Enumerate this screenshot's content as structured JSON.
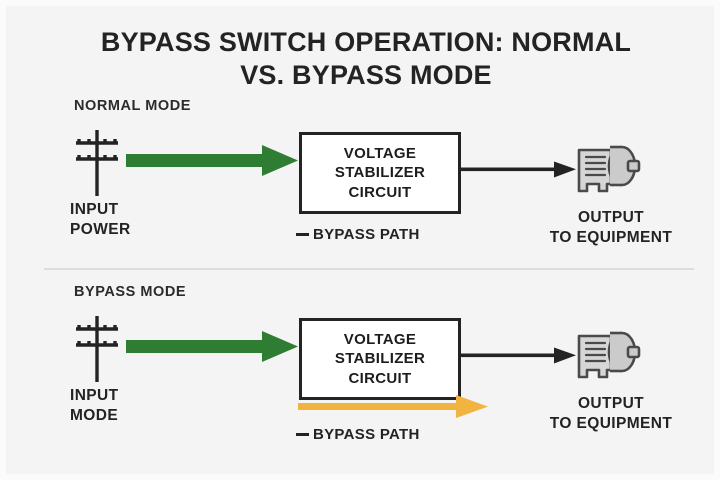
{
  "theme": {
    "background": "#f4f4f4",
    "ink": "#232323",
    "green": "#2e7d32",
    "orange": "#f2b441",
    "motor_fill": "#d0d0d0",
    "motor_stroke": "#4a4a4a",
    "divider": "#dcdcdc",
    "box_fill": "#ffffff"
  },
  "title": {
    "line1": "BYPASS SWITCH OPERATION: NORMAL",
    "line2": "VS. BYPASS MODE"
  },
  "sections": [
    {
      "id": "normal",
      "mode_label": "NORMAL MODE",
      "source_icon": "utility-pole-icon",
      "input_caption_line1": "INPUT",
      "input_caption_line2": "POWER",
      "feed_arrow": {
        "icon": "green-arrow-icon",
        "color": "#2e7d32",
        "state": "active"
      },
      "box": {
        "line1": "VOLTAGE",
        "line2": "STABILIZER",
        "line3": "CIRCUIT"
      },
      "output_connector": {
        "icon": "black-arrow-icon",
        "color": "#232323"
      },
      "output_icon": "electric-motor-icon",
      "output_caption_line1": "OUTPUT",
      "output_caption_line2": "TO EQUIPMENT",
      "bypass_path_label": "BYPASS PATH",
      "bypass_arrow_visible": false
    },
    {
      "id": "bypass",
      "mode_label": "BYPASS MODE",
      "source_icon": "utility-pole-icon",
      "input_caption_line1": "INPUT",
      "input_caption_line2": "MODE",
      "feed_arrow": {
        "icon": "green-arrow-icon",
        "color": "#2e7d32",
        "state": "active"
      },
      "box": {
        "line1": "VOLTAGE",
        "line2": "STABILIZER",
        "line3": "CIRCUIT"
      },
      "output_connector": {
        "icon": "black-arrow-icon",
        "color": "#232323"
      },
      "output_icon": "electric-motor-icon",
      "output_caption_line1": "OUTPUT",
      "output_caption_line2": "TO EQUIPMENT",
      "bypass_path_label": "BYPASS PATH",
      "bypass_arrow_visible": true
    }
  ]
}
